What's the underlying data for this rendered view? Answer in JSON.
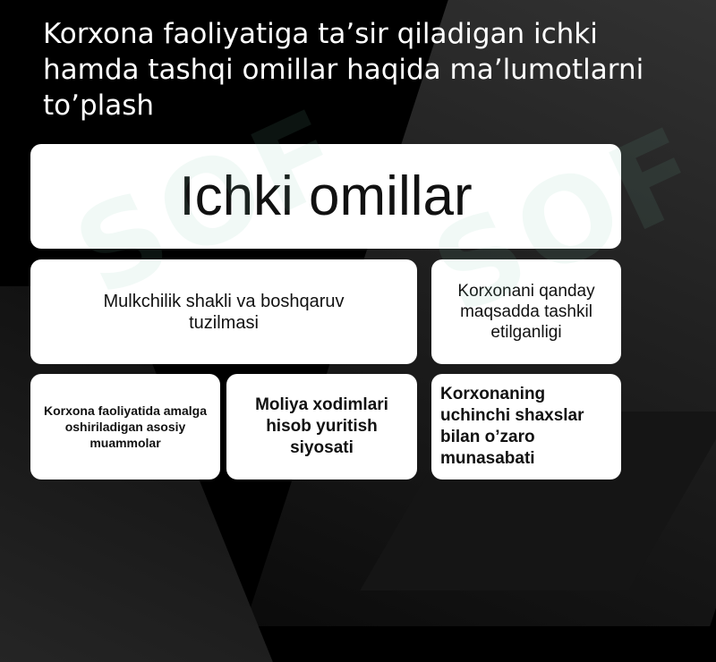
{
  "slide": {
    "title": "Korxona faoliyatiga ta’sir qiladigan ichki hamda tashqi omillar haqida ma’lumotlarni to’plash"
  },
  "boxes": {
    "header": "Ichki omillar",
    "ownership": "Mulkchilik shakli va boshqaruv tuzilmasi",
    "purpose": "Korxonani qanday maqsadda tashkil etilganligi",
    "problems": "Korxona faoliyatida amalga oshiriladigan asosiy muammolar",
    "finance": "Moliya xodimlari hisob yuritish siyosati",
    "relations": "Korxonaning uchinchi shaxslar bilan o’zaro munasabati"
  },
  "watermark": "SOF",
  "colors": {
    "background": "#000000",
    "box_fill": "#ffffff",
    "title_text": "#ffffff",
    "box_text": "#111111"
  }
}
